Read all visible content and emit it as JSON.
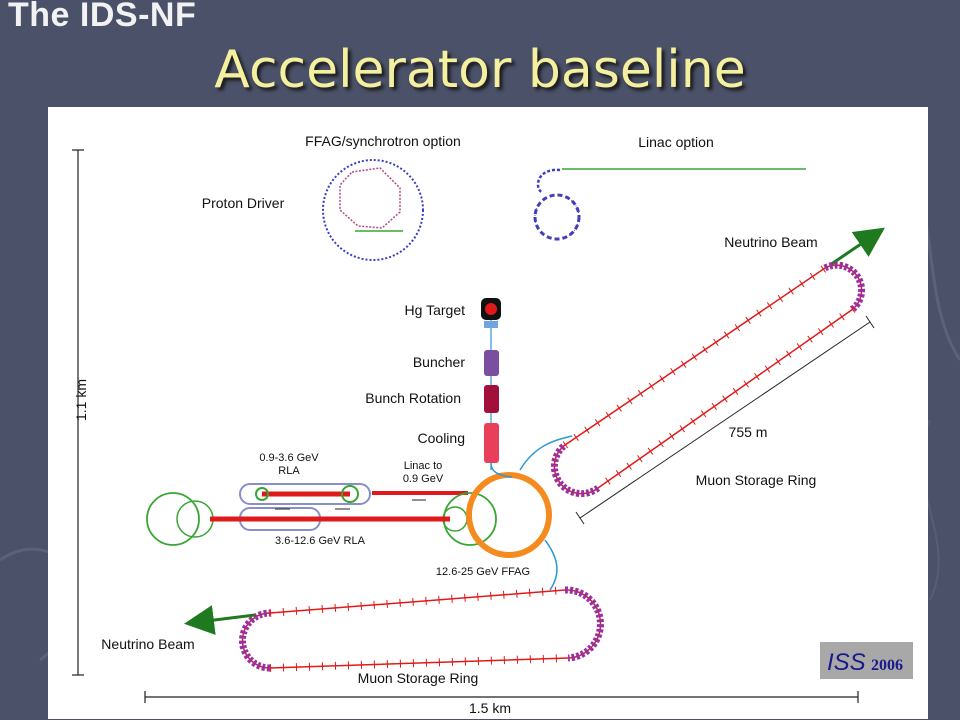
{
  "header": {
    "subtitle": "The IDS-NF",
    "title": "Accelerator baseline"
  },
  "diagram": {
    "labels": {
      "ffag_option": "FFAG/synchrotron option",
      "linac_option": "Linac option",
      "proton_driver": "Proton Driver",
      "neutrino_beam_top": "Neutrino Beam",
      "hg_target": "Hg Target",
      "buncher": "Buncher",
      "bunch_rotation": "Bunch Rotation",
      "cooling": "Cooling",
      "rla1_line1": "0.9-3.6 GeV",
      "rla1_line2": "RLA",
      "linac_to_line1": "Linac to",
      "linac_to_line2": "0.9 GeV",
      "rla2": "3.6-12.6 GeV RLA",
      "ffag": "12.6-25 GeV FFAG",
      "length_755": "755 m",
      "storage_ring_upper": "Muon Storage Ring",
      "storage_ring_lower": "Muon Storage Ring",
      "neutrino_beam_bottom": "Neutrino Beam",
      "height_scale": "1.1 km",
      "width_scale": "1.5 km",
      "badge_iss": "ISS",
      "badge_year": "2006"
    },
    "colors": {
      "beam_red": "#e01a1a",
      "ffag_orange": "#f58a1f",
      "rla_green": "#3aa535",
      "loop_blue": "#8a8fc8",
      "transfer_cyan": "#2a9ad6",
      "arrow_green": "#1f7a1f",
      "buncher_purple": "#7a4fa0",
      "rotation_maroon": "#a0103a",
      "cooling_pink": "#e8405a",
      "ring_magenta": "#9a2fa0",
      "badge_bg": "#a8a8a8",
      "title_yellow": "#f5f0a0",
      "slide_bg": "#4a5168"
    }
  }
}
